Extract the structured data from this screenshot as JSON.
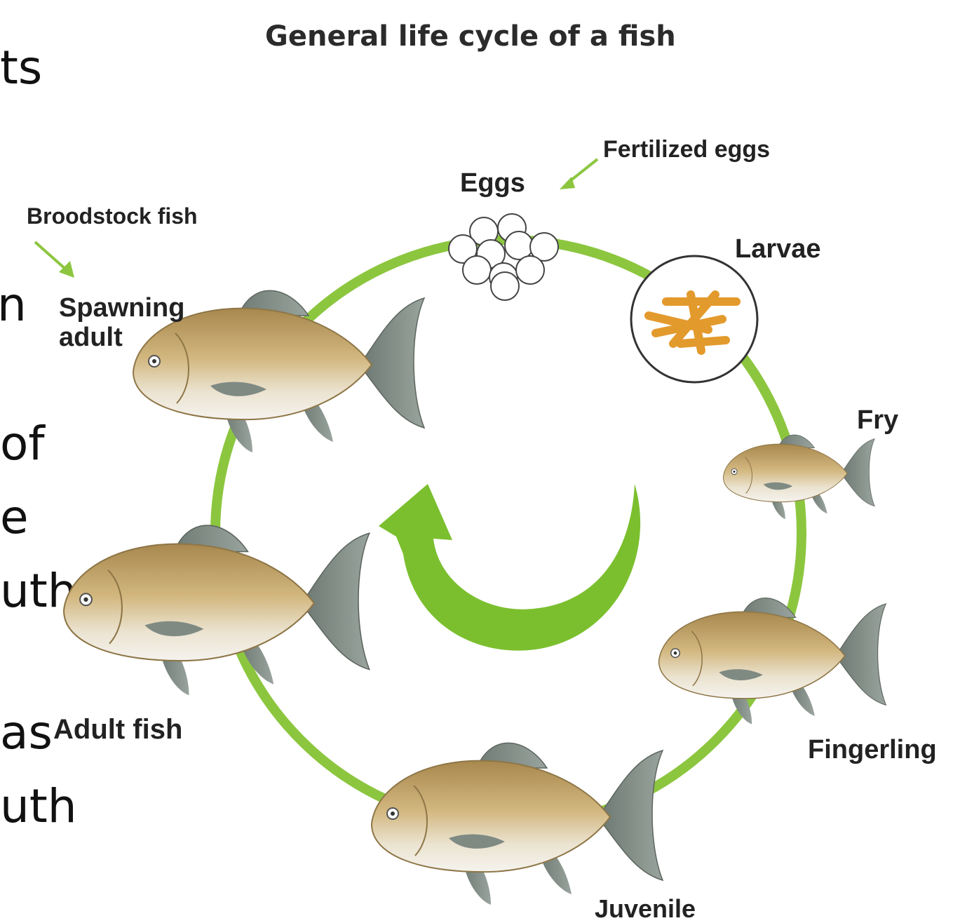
{
  "slide_fragments": [
    "ts",
    "n",
    "of",
    "e",
    "uth",
    "as",
    "uth"
  ],
  "diagram": {
    "title": "General life cycle of a fish",
    "labels": {
      "broodstock": "Broodstock fish",
      "spawning_line1": "Spawning",
      "spawning_line2": "adult",
      "eggs": "Eggs",
      "fertilized_eggs": "Fertilized eggs",
      "larvae": "Larvae",
      "fry": "Fry",
      "fingerling": "Fingerling",
      "juvenile": "Juvenile",
      "adult_fish": "Adult fish"
    },
    "colors": {
      "cycle_green": "#8cc63f",
      "arrow_green": "#7bbf2e",
      "fish_body": "#c9a86a",
      "fish_fin": "#7f8a83",
      "larvae_orange": "#e39a2c"
    }
  }
}
